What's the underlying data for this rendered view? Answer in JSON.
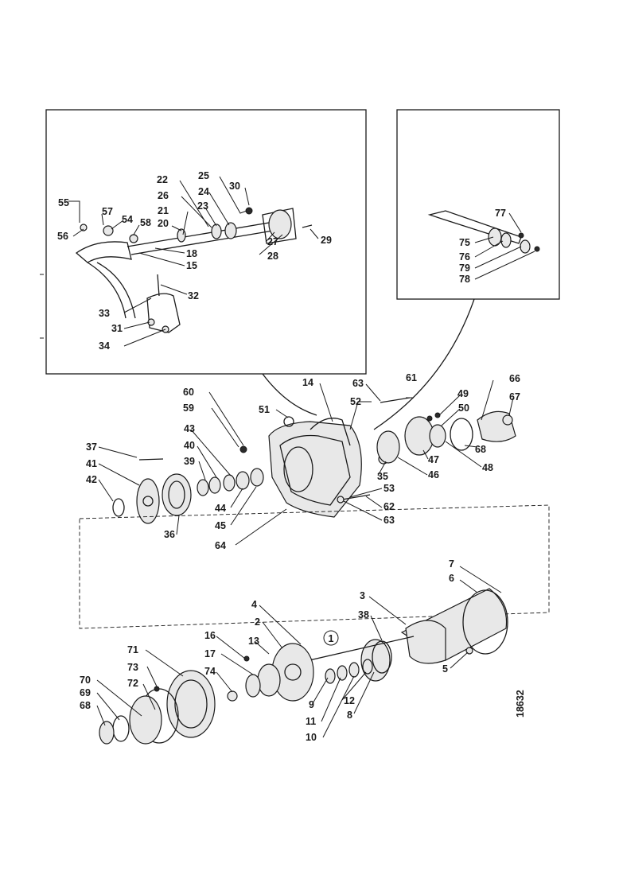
{
  "drawing_number": "18632",
  "marker": "1",
  "callouts": [
    "1",
    "2",
    "3",
    "4",
    "5",
    "6",
    "7",
    "8",
    "9",
    "10",
    "11",
    "12",
    "13",
    "14",
    "15",
    "16",
    "17",
    "18",
    "20",
    "21",
    "22",
    "23",
    "24",
    "25",
    "26",
    "27",
    "28",
    "29",
    "30",
    "31",
    "32",
    "33",
    "34",
    "35",
    "36",
    "37",
    "38",
    "39",
    "40",
    "41",
    "42",
    "43",
    "44",
    "45",
    "46",
    "47",
    "48",
    "49",
    "50",
    "51",
    "52",
    "53",
    "54",
    "55",
    "56",
    "57",
    "58",
    "59",
    "60",
    "61",
    "62",
    "63",
    "64",
    "66",
    "67",
    "68",
    "69",
    "70",
    "71",
    "72",
    "73",
    "74",
    "75",
    "76",
    "77",
    "78",
    "79"
  ]
}
